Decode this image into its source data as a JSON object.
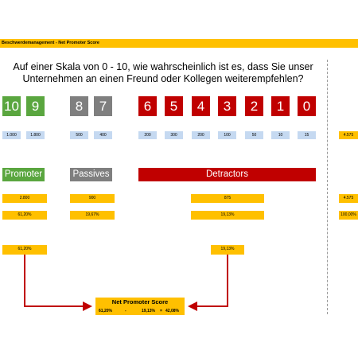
{
  "header": {
    "title": "Beschwerdemanagement - Net Promoter Score"
  },
  "question": {
    "line1": "Auf einer Skala von 0 - 10, wie wahrscheinlich ist es, dass Sie unser",
    "line2": "Unternehmen an einen Freund oder Kollegen weiterempfehlen?"
  },
  "scores": [
    {
      "label": "10",
      "count": "1.000",
      "group": "promoter"
    },
    {
      "label": "9",
      "count": "1.800",
      "group": "promoter"
    },
    {
      "label": "8",
      "count": "500",
      "group": "passive"
    },
    {
      "label": "7",
      "count": "400",
      "group": "passive"
    },
    {
      "label": "6",
      "count": "200",
      "group": "detractor"
    },
    {
      "label": "5",
      "count": "300",
      "group": "detractor"
    },
    {
      "label": "4",
      "count": "200",
      "group": "detractor"
    },
    {
      "label": "3",
      "count": "100",
      "group": "detractor"
    },
    {
      "label": "2",
      "count": "50",
      "group": "detractor"
    },
    {
      "label": "1",
      "count": "10",
      "group": "detractor"
    },
    {
      "label": "0",
      "count": "15",
      "group": "detractor"
    }
  ],
  "total": {
    "count": "4.575",
    "percent": "100,00%"
  },
  "categories": {
    "promoter": {
      "label": "Promoter",
      "count": "2.800",
      "percent": "61,20%",
      "carry": "61,20%"
    },
    "passives": {
      "label": "Passives",
      "count": "900",
      "percent": "19,67%"
    },
    "detractors": {
      "label": "Detractors",
      "count": "875",
      "percent": "19,13%",
      "carry": "19,13%"
    }
  },
  "nps": {
    "title": "Net Promoter Score",
    "promoter_pct": "61,20%",
    "minus": "-",
    "detractor_pct": "19,13%",
    "equals": "=",
    "result": "42,08%"
  },
  "colors": {
    "promoter": "#5aa63f",
    "passive": "#7f7f7f",
    "detractor": "#c00000",
    "highlight": "#ffc000",
    "count_fill": "#c5d9f1",
    "arrow": "#c00000"
  }
}
